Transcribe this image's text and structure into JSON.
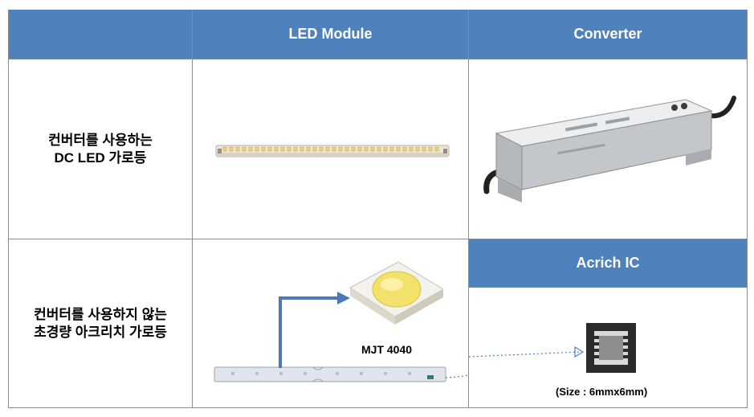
{
  "header": {
    "col1": "",
    "col2": "LED Module",
    "col3": "Converter"
  },
  "rows": [
    {
      "label_line1": "컨버터를 사용하는",
      "label_line2": "DC LED 가로등"
    },
    {
      "label_line1": "컨버터를 사용하지 않는",
      "label_line2": "초경량 아크리치 가로등"
    }
  ],
  "acrich": {
    "header": "Acrich IC",
    "size_caption": "(Size : 6mmx6mm)"
  },
  "led": {
    "package_caption": "MJT 4040"
  },
  "colors": {
    "header_bg": "#4f81bd",
    "arrow": "#4a7ab8",
    "dotted_arrow": "#4f81bd"
  }
}
